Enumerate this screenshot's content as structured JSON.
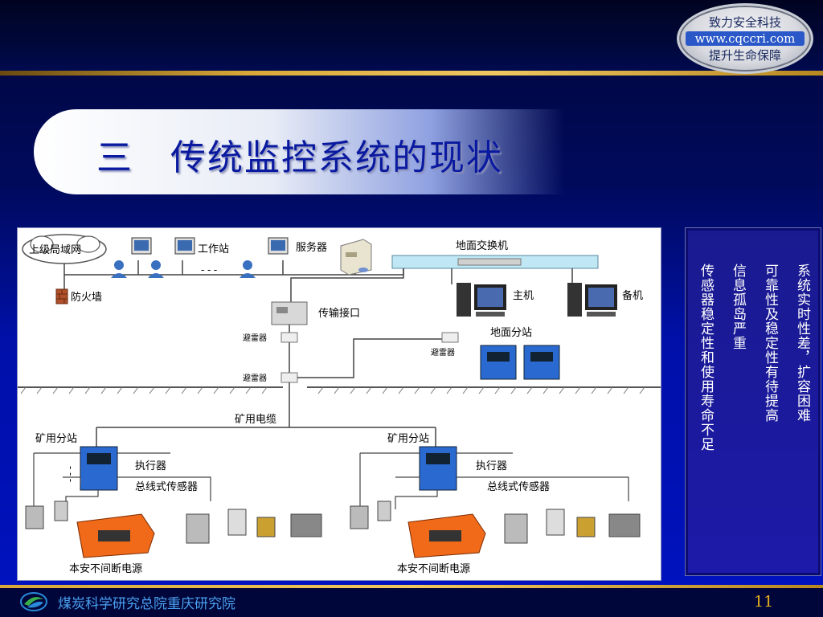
{
  "header": {
    "logo_lines": [
      "致力安全科技",
      "www.cqccri.com",
      "提升生命保障"
    ],
    "title": "三　传统监控系统的现状"
  },
  "diagram": {
    "labels": {
      "upper_lan": "上级局域网",
      "workstation": "工作站",
      "dots": "- - -",
      "server": "服务器",
      "ground_switch": "地面交换机",
      "firewall": "防火墙",
      "host": "主机",
      "backup": "备机",
      "transmission_interface": "传输接口",
      "lightning_arrester": "避雷器",
      "ground_substation": "地面分站",
      "mine_cable": "矿用电缆",
      "mine_substation": "矿用分站",
      "actuator": "执行器",
      "bus_sensor": "总线式传感器",
      "ups": "本安不间断电源"
    }
  },
  "side_panel": {
    "lines": [
      "系统实时性差，扩容困难",
      "可靠性及稳定性有待提高",
      "信息孤岛严重",
      "传感器稳定性和使用寿命不足"
    ]
  },
  "footer": {
    "organization": "煤炭科学研究总院重庆研究院",
    "page_number": "11"
  },
  "colors": {
    "background": "#0012c0",
    "title_text": "#0a1aa0",
    "accent_gold": "#e8b020",
    "footer_text": "#4aa0f0"
  }
}
